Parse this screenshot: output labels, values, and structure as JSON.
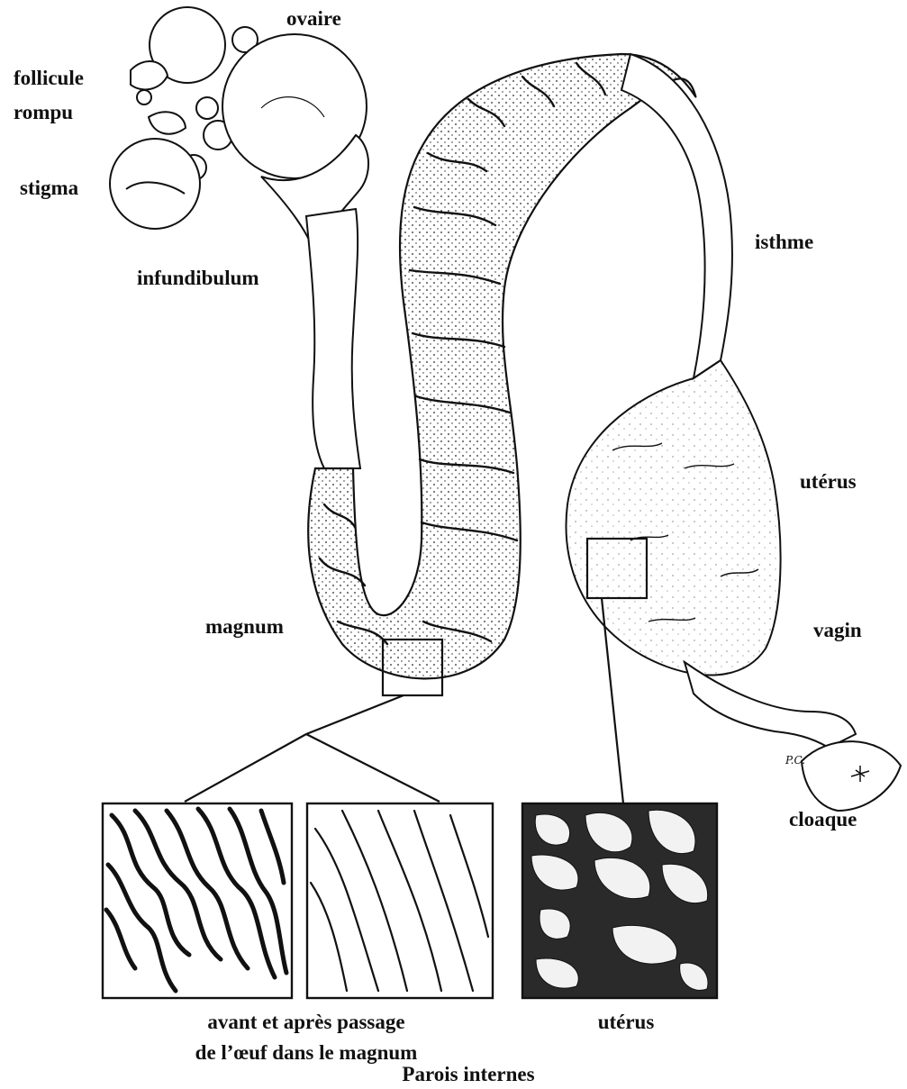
{
  "labels": {
    "ovaire": "ovaire",
    "follicule": "follicule",
    "rompu": "rompu",
    "stigma": "stigma",
    "infundibulum": "infundibulum",
    "isthme": "isthme",
    "uterus": "utérus",
    "magnum": "magnum",
    "vagin": "vagin",
    "cloaque": "cloaque",
    "pc": "P.C."
  },
  "panels": {
    "caption_magnum_line1": "avant et après passage",
    "caption_magnum_line2": "de l’œuf dans le magnum",
    "caption_uterus": "utérus",
    "title": "Parois internes"
  }
}
